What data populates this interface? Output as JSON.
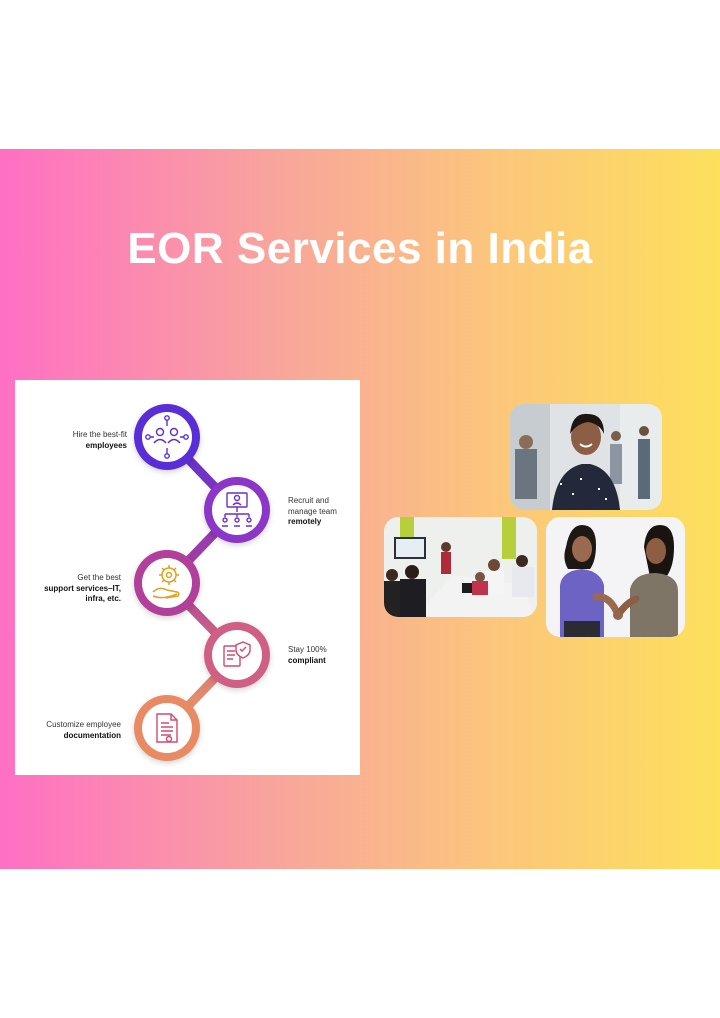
{
  "title": "EOR Services in India",
  "steps": [
    {
      "plain": "Hire the best-fit",
      "bold": "employees",
      "icon": "team-network-icon",
      "color": "#5a2fd6"
    },
    {
      "plain": "Recruit and manage team",
      "bold": "remotely",
      "icon": "remote-hiring-icon",
      "color": "#8b35c9"
    },
    {
      "plain": "Get the best",
      "bold": "support services–IT, infra, etc.",
      "icon": "gear-hand-icon",
      "color": "#b0409a"
    },
    {
      "plain": "Stay 100%",
      "bold": "compliant",
      "icon": "compliance-shield-icon",
      "color": "#d05e85"
    },
    {
      "plain": "Customize employee",
      "bold": "documentation",
      "icon": "document-icon",
      "color": "#e88a63"
    }
  ],
  "photos": [
    {
      "name": "photo-professional-woman"
    },
    {
      "name": "photo-team-meeting"
    },
    {
      "name": "photo-handshake"
    }
  ]
}
